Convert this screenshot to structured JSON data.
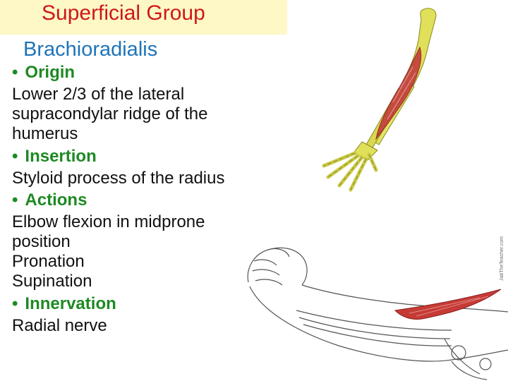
{
  "slide": {
    "title": "Superficial Group",
    "subtitle": "Brachioradialis",
    "sections": [
      {
        "heading": "Origin",
        "lines": [
          "Lower 2/3 of the lateral",
          "supracondylar ridge of the",
          "humerus"
        ]
      },
      {
        "heading": "Insertion",
        "lines": [
          "Styloid process of the radius"
        ]
      },
      {
        "heading": "Actions",
        "lines": [
          "Elbow flexion in midprone",
          "position",
          "Pronation",
          "Supination"
        ]
      },
      {
        "heading": "Innervation",
        "lines": [
          "Radial nerve"
        ]
      }
    ],
    "bullet": "•",
    "image_credit": "JabTheTeacher.com"
  },
  "colors": {
    "title": "#d0171b",
    "subtitle": "#1f74b8",
    "heading": "#1e8a23",
    "title_bg": "#fdf8c6",
    "bone": "#e0e05a",
    "muscle": "#c23c3c"
  }
}
